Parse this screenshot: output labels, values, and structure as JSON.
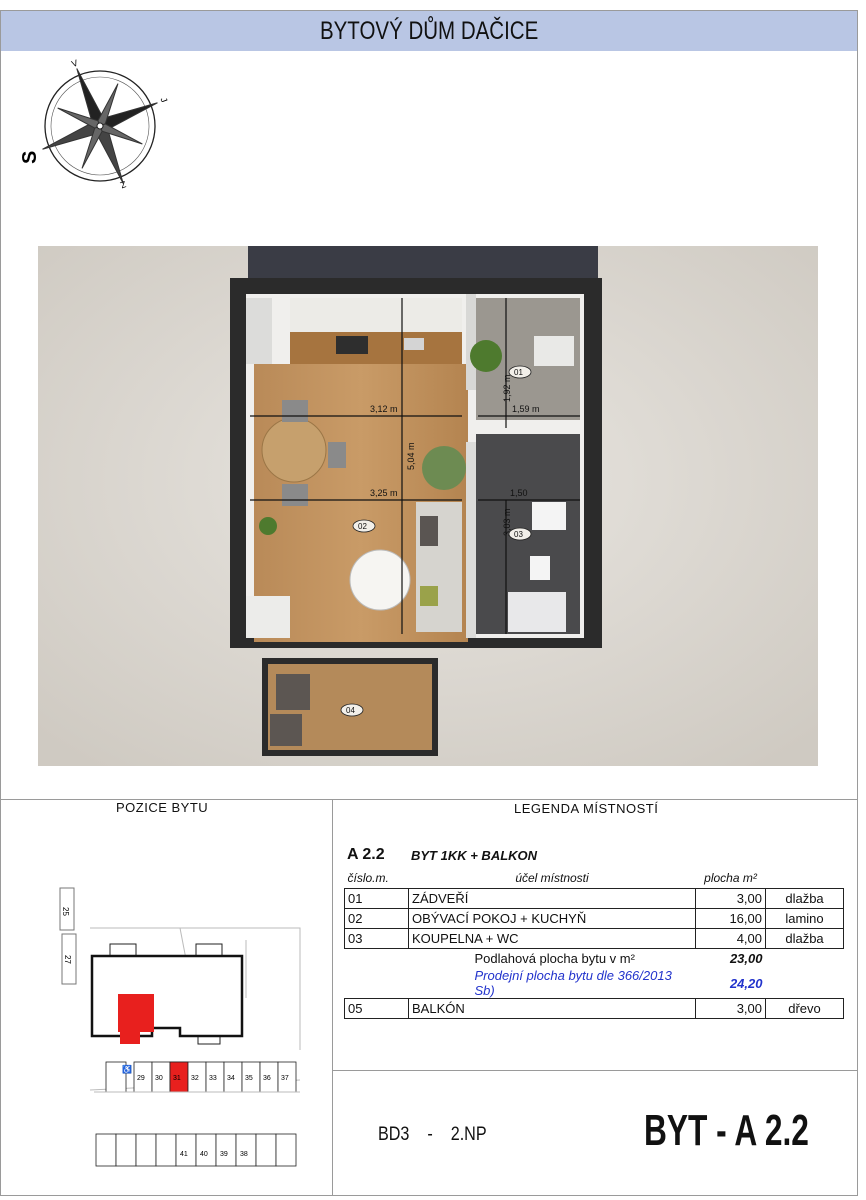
{
  "title": "BYTOVÝ DŮM DAČICE",
  "compass": {
    "label_s": "S",
    "label_v": "V",
    "label_j": "J",
    "label_z": "Z"
  },
  "plan": {
    "dimensions": [
      "3,12 m",
      "5,04 m",
      "3,25 m",
      "1,92 m",
      "1,59 m",
      "1,50",
      "3,03 m"
    ],
    "room_tags": [
      "01",
      "02",
      "03",
      "04"
    ]
  },
  "position_title": "POZICE BYTU",
  "legend_title": "LEGENDA MÍSTNOSTÍ",
  "apartment": {
    "code": "A 2.2",
    "type": "BYT 1KK + BALKON"
  },
  "table": {
    "headers": {
      "num": "číslo.m.",
      "purpose": "účel místnosti",
      "area": "plocha m²"
    },
    "rows": [
      {
        "num": "01",
        "purpose": "ZÁDVEŘÍ",
        "area": "3,00",
        "floor": "dlažba"
      },
      {
        "num": "02",
        "purpose": "OBÝVACÍ POKOJ + KUCHYŇ",
        "area": "16,00",
        "floor": "lamino"
      },
      {
        "num": "03",
        "purpose": "KOUPELNA + WC",
        "area": "4,00",
        "floor": "dlažba"
      }
    ],
    "floor_area_label": "Podlahová plocha bytu v m²",
    "floor_area_value": "23,00",
    "sale_area_label": "Prodejní plocha bytu dle 366/2013 Sb)",
    "sale_area_value": "24,20",
    "balcony": {
      "num": "05",
      "purpose": "BALKÓN",
      "area": "3,00",
      "floor": "dřevo"
    }
  },
  "map": {
    "side_labels": [
      "25",
      "27"
    ],
    "parking_top": [
      "29",
      "30",
      "31",
      "32",
      "33",
      "34",
      "35",
      "36",
      "37"
    ],
    "parking_bottom": [
      "41",
      "40",
      "39",
      "38"
    ],
    "highlight_color": "#e8201e"
  },
  "bottom": {
    "building": "BD3",
    "dash": "-",
    "floor": "2.NP",
    "apartment_id": "BYT - A 2.2"
  }
}
